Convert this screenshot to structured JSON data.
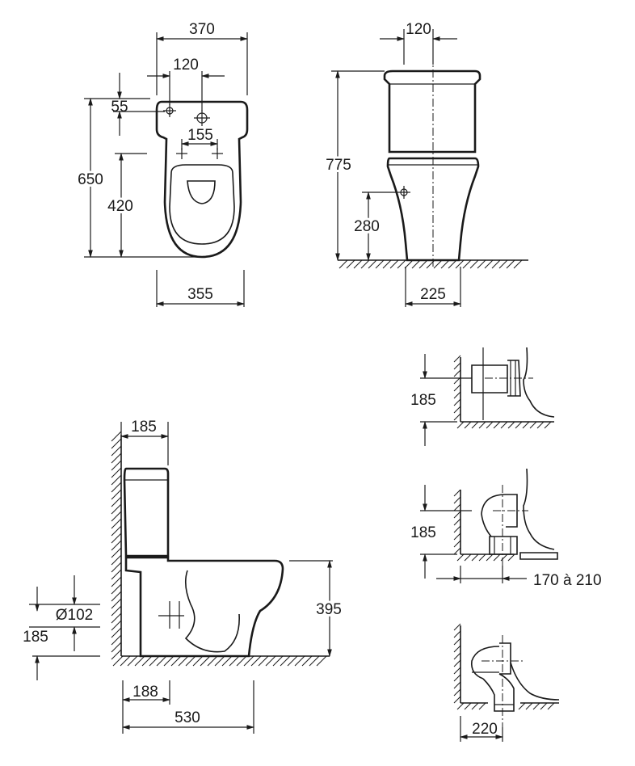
{
  "top_view": {
    "dims": {
      "width_tank": "370",
      "holes_spacing": "120",
      "offset_back": "55",
      "fixing_spacing": "155",
      "total_depth": "650",
      "fixing_depth": "420",
      "bowl_width": "355"
    }
  },
  "front_view": {
    "dims": {
      "tank_offset": "120",
      "total_height": "775",
      "inlet_height": "280",
      "base_width": "225"
    }
  },
  "side_view": {
    "dims": {
      "tank_depth": "185",
      "bowl_height": "395",
      "outlet_diameter": "Ø102",
      "outlet_height": "185",
      "outlet_setback": "188",
      "total_length": "530"
    }
  },
  "details": {
    "horizontal_outlet_height": "185",
    "vertical_outlet_height": "185",
    "vertical_outlet_range": "170 à 210",
    "floor_outlet_setback": "220"
  }
}
